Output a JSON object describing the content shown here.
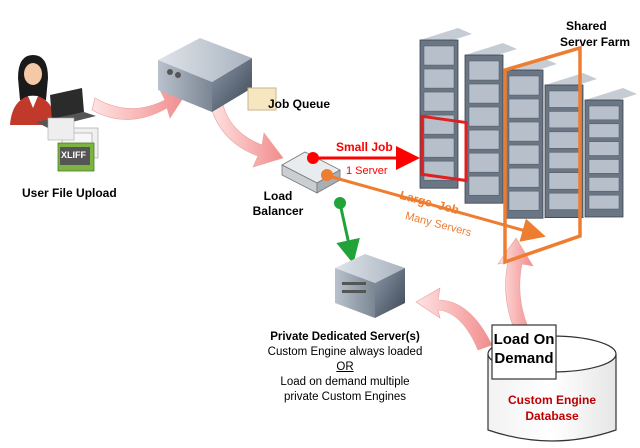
{
  "nodes": {
    "user": {
      "label": "User File Upload",
      "file_badge": "XLIFF"
    },
    "job_queue": {
      "label": "Job Queue"
    },
    "load_balancer": {
      "label_line1": "Load",
      "label_line2": "Balancer"
    },
    "server_farm": {
      "label_line1": "Shared",
      "label_line2": "Server Farm"
    },
    "private_server": {
      "title": "Private Dedicated Server(s)",
      "line1": "Custom Engine always loaded",
      "line2": "OR",
      "line3": "Load on demand multiple",
      "line4": "private Custom Engines"
    },
    "database": {
      "callout_line1": "Load On",
      "callout_line2": "Demand",
      "label_line1": "Custom Engine",
      "label_line2": "Database"
    }
  },
  "edges": {
    "small_job": {
      "title": "Small Job",
      "subtitle": "1 Server",
      "color": "#ff0000"
    },
    "large_job": {
      "title": "Large  Job",
      "subtitle": "Many Servers",
      "color": "#ed7d31"
    },
    "private": {
      "color": "#22a33a"
    }
  },
  "colors": {
    "flow_arrow": "#f4a6a6",
    "highlight_small": "#e02020",
    "highlight_large": "#ed7d31",
    "db_text": "#c00000"
  }
}
